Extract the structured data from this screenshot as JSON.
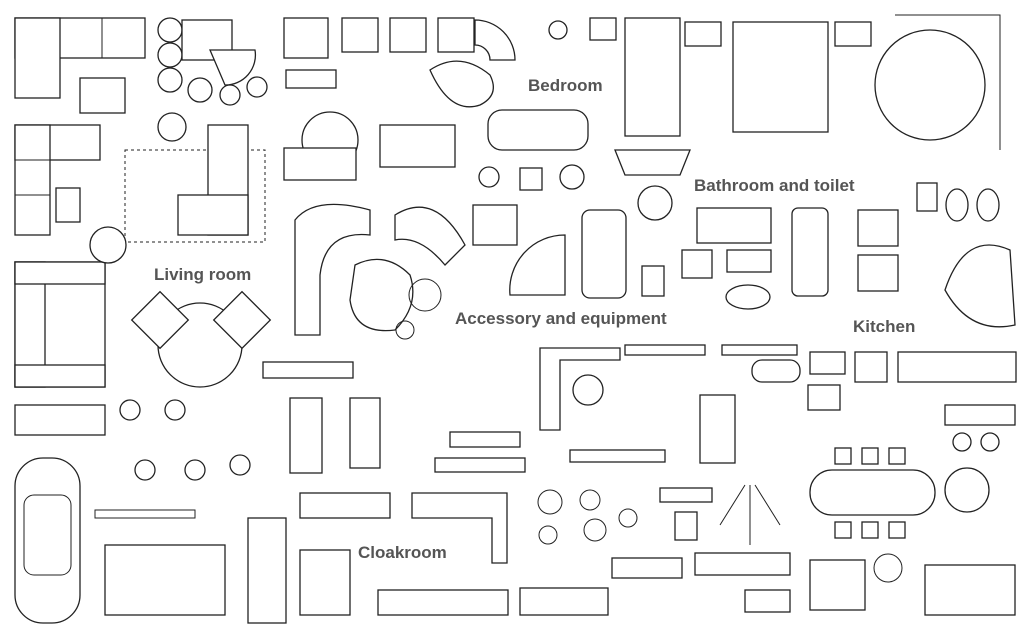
{
  "labels": {
    "bedroom": "Bedroom",
    "bathroom": "Bathroom and toilet",
    "living_room": "Living room",
    "accessory": "Accessory and equipment",
    "kitchen": "Kitchen",
    "cloakroom": "Cloakroom"
  },
  "colors": {
    "label": "#555555",
    "line": "#222222",
    "background": "#ffffff"
  }
}
